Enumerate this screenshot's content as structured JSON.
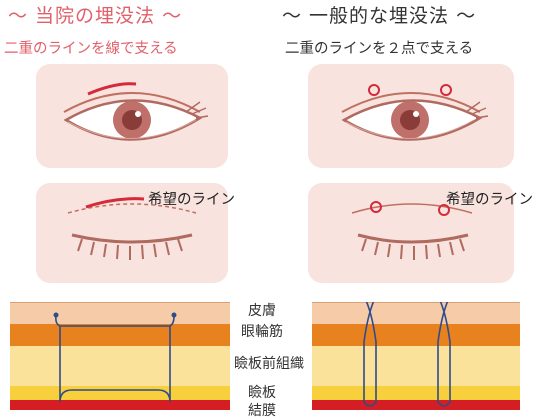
{
  "headings": {
    "ours": "～ 当院の埋没法 ～",
    "general": "～ 一般的な埋没法 ～"
  },
  "subtitles": {
    "ours": "二重のラインを線で支える",
    "general": "二重のラインを２点で支える"
  },
  "callouts": {
    "desired_line": "希望のライン"
  },
  "layers": [
    {
      "label": "皮膚",
      "color": "#f5cba8"
    },
    {
      "label": "眼輪筋",
      "color": "#e8821e"
    },
    {
      "label": "瞼板前組織",
      "color": "#fbe29a"
    },
    {
      "label": "瞼板",
      "color": "#f8cf3c"
    },
    {
      "label": "結膜",
      "color": "#d41e24"
    }
  ],
  "colors": {
    "accent_red": "#e0606a",
    "panel_bg": "#f8e3df",
    "thread_blue": "#2c4c8c",
    "suture_red": "#d42a3a",
    "iris": "#c0706a"
  },
  "icons": {
    "open_eye": "eye-open-icon",
    "closed_eye": "eye-closed-icon"
  }
}
